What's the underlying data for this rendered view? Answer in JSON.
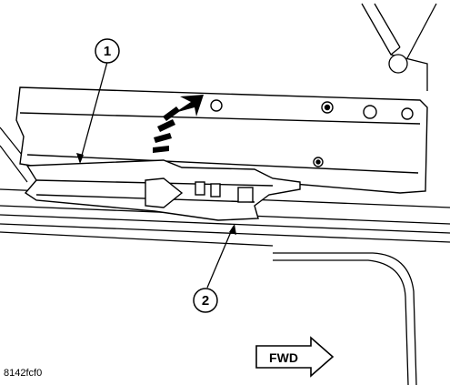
{
  "callouts": [
    {
      "number": "1"
    },
    {
      "number": "2"
    }
  ],
  "direction_label": "FWD",
  "figure_id": "8142fcf0"
}
